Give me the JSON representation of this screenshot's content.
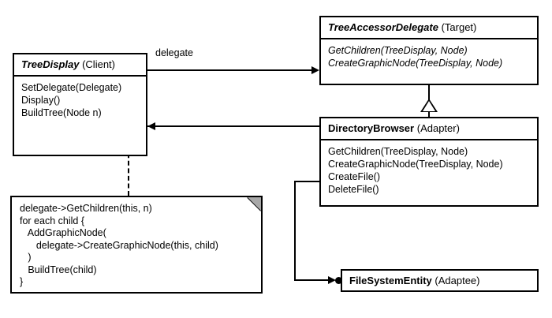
{
  "diagram": {
    "title": "Adapter pattern class diagram",
    "background_color": "#ffffff",
    "line_color": "#000000",
    "fold_color": "#a8a8a8"
  },
  "classes": {
    "tree_display": {
      "name": "TreeDisplay",
      "role": "(Client)",
      "methods": [
        "SetDelegate(Delegate)",
        "Display()",
        "BuildTree(Node n)"
      ]
    },
    "tree_accessor_delegate": {
      "name": "TreeAccessorDelegate",
      "role": "(Target)",
      "methods": [
        "GetChildren(TreeDisplay, Node)",
        "CreateGraphicNode(TreeDisplay, Node)"
      ]
    },
    "directory_browser": {
      "name": "DirectoryBrowser",
      "role": "(Adapter)",
      "methods": [
        "GetChildren(TreeDisplay, Node)",
        "CreateGraphicNode(TreeDisplay, Node)",
        "CreateFile()",
        "DeleteFile()"
      ]
    },
    "file_system_entity": {
      "name": "FileSystemEntity",
      "role": "(Adaptee)",
      "methods": []
    }
  },
  "note": {
    "lines": [
      "delegate->GetChildren(this, n)",
      "for each child {",
      "   AddGraphicNode(",
      "      delegate->CreateGraphicNode(this, child)",
      "   )",
      "   BuildTree(child)",
      "}"
    ],
    "text": "delegate->GetChildren(this, n)\nfor each child {\n   AddGraphicNode(\n      delegate->CreateGraphicNode(this, child)\n   )\n   BuildTree(child)\n}"
  },
  "edges": {
    "delegate_label": "delegate"
  }
}
